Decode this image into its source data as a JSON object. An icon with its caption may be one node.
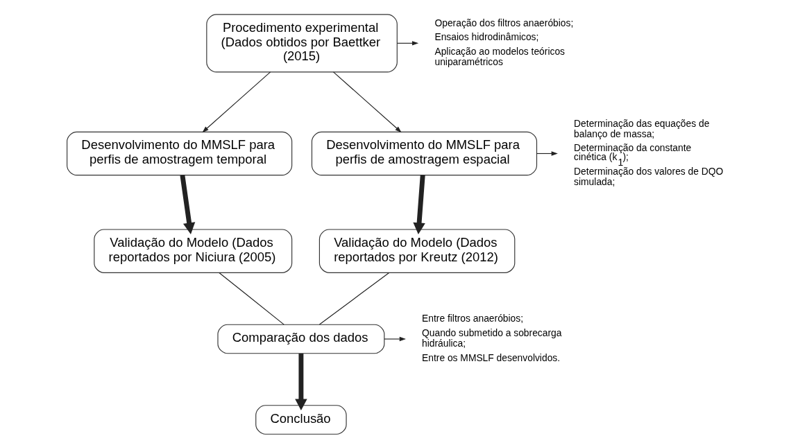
{
  "diagram": {
    "nodes": [
      {
        "text": [
          "Procedimento experimental (Dados obtidos por Baettker (2015)"
        ]
      },
      {
        "text": [
          "Operação dos filtros anaeróbios;",
          "Ensaios hidrodinâmicos;",
          "Aplicação ao modelos teóricos uniparamétricos"
        ]
      },
      {
        "text": [
          "Desenvolvimento do MMSLF para perfis de amostragem temporal"
        ]
      },
      {
        "text": [
          "Desenvolvimento do MMSLF para perfis de amostragem espacial"
        ]
      },
      {
        "text": [
          "Determinação das equações de balanço de massa;",
          "Determinação da constante cinética (k$_{1}$);",
          "Determinação dos valores de DQO simulada;"
        ]
      },
      {
        "text": [
          "Validação do Modelo (Dados reportados por Niciura (2005)"
        ]
      },
      {
        "text": [
          "Validação do Modelo (Dados reportados por Kreutz (2012)"
        ]
      },
      {
        "text": [
          "Comparação dos dados"
        ]
      },
      {
        "text": [
          "Entre filtros anaeróbios;",
          "Quando submetido a sobrecarga hidráulica;",
          "Entre os MMSLF desenvolvidos."
        ]
      },
      {
        "text": [
          "Conclusão"
        ]
      }
    ],
    "edges": [
      {
        "from": 0,
        "to": 1,
        "arrow": "to"
      },
      {
        "from": 0,
        "to": 2,
        "arrow": "to"
      },
      {
        "from": 0,
        "to": 3,
        "arrow": "to"
      },
      {
        "from": 3,
        "to": 4,
        "arrow": "to"
      },
      {
        "from": 2,
        "to": 5,
        "arrow": "to",
        "style": "thick"
      },
      {
        "from": 3,
        "to": 6,
        "arrow": "to",
        "style": "thick"
      },
      {
        "from": 5,
        "to": 7,
        "arrow": "none"
      },
      {
        "from": 6,
        "to": 7,
        "arrow": "none"
      },
      {
        "from": 7,
        "to": 8,
        "arrow": "to"
      },
      {
        "from": 7,
        "to": 9,
        "arrow": "to",
        "style": "thick"
      }
    ]
  }
}
